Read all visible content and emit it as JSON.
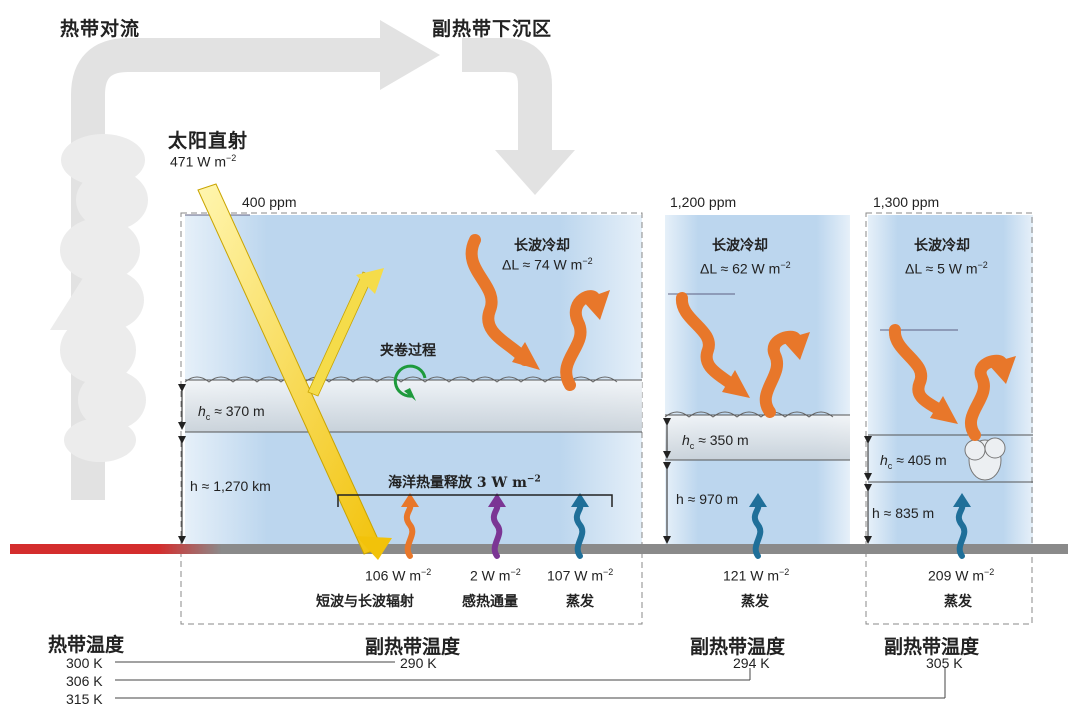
{
  "top": {
    "tropical_convection": "热带对流",
    "subtropical_subsidence": "副热带下沉区",
    "direct_sun": "太阳直射",
    "direct_sun_value": "471 W m",
    "direct_sun_exp": "−2"
  },
  "panels": [
    {
      "ppm": "400 ppm",
      "lw_title": "长波冷却",
      "lw_value": "ΔL ≈ 74 W m",
      "lw_exp": "−2",
      "entrainment": "夹卷过程",
      "hc": "≈ 370 m",
      "h": "h ≈ 1,270 km",
      "ocean_release": "海洋热量释放  3 W m",
      "ocean_release_exp": "−2",
      "flux_values": [
        {
          "value": "106 W m",
          "exp": "−2",
          "label": "短波与长波辐射",
          "color": "#e8772a"
        },
        {
          "value": "2 W m",
          "exp": "−2",
          "label": "感热通量",
          "color": "#7b3594"
        },
        {
          "value": "107 W m",
          "exp": "−2",
          "label": "蒸发",
          "color": "#1f6f99"
        }
      ],
      "temp_title": "副热带温度",
      "temp": "290 K"
    },
    {
      "ppm": "1,200 ppm",
      "lw_title": "长波冷却",
      "lw_value": "ΔL ≈ 62 W m",
      "lw_exp": "−2",
      "hc": "≈ 350 m",
      "h": "h ≈ 970 m",
      "flux_value": "121 W m",
      "flux_exp": "−2",
      "flux_label": "蒸发",
      "temp_title": "副热带温度",
      "temp": "294 K"
    },
    {
      "ppm": "1,300 ppm",
      "lw_title": "长波冷却",
      "lw_value": "ΔL ≈ 5 W m",
      "lw_exp": "−2",
      "hc": "≈ 405 m",
      "h": "h ≈ 835 m",
      "flux_value": "209 W m",
      "flux_exp": "−2",
      "flux_label": "蒸发",
      "temp_title": "副热带温度",
      "temp": "305 K"
    }
  ],
  "tropical_temp": {
    "title": "热带温度",
    "values": [
      "300 K",
      "306 K",
      "315 K"
    ]
  },
  "colors": {
    "sky": "#bcd8ef",
    "sky_light": "#eaf3fb",
    "orange": "#e8772a",
    "purple": "#7b3594",
    "blue": "#1f6f99",
    "sun": "#f5d020",
    "ground_red": "#d42d2d",
    "ground_gray": "#8a8a8a",
    "grey_arrow": "#dcdcdc"
  }
}
